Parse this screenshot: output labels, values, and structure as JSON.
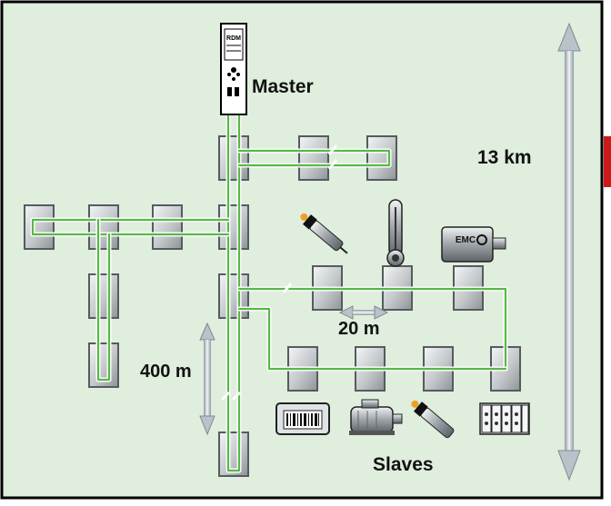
{
  "labels": {
    "master": "Master",
    "slaves": "Slaves",
    "total_length": "13 km",
    "segment_length": "400 m",
    "spacing": "20 m",
    "master_display": "RDM",
    "motor_brand": "EMC"
  },
  "nodes": {
    "master": "master-controller",
    "slaves": [
      "slave-unit"
    ]
  },
  "icons": {
    "sensors": [
      "inductive-sensor-icon",
      "thermometer-icon",
      "encoder-motor-icon",
      "barcode-reader-icon",
      "motor-icon",
      "sensor-probe-icon",
      "io-module-icon"
    ],
    "arrows": [
      "vertical-double-arrow-icon",
      "horizontal-double-arrow-icon"
    ]
  },
  "colors": {
    "background": "#dfeedd",
    "bus_cable": "#57b848",
    "accent": "#cc1a1a",
    "box_fill": "#bfc3c6"
  }
}
